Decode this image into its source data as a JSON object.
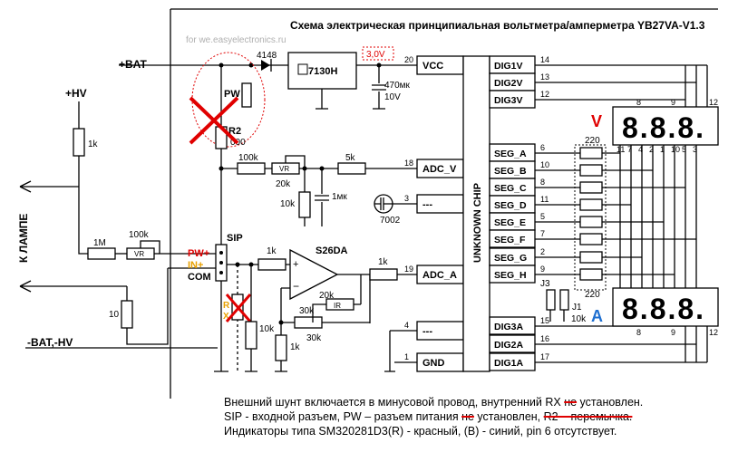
{
  "title": "Схема электрическая принципиальная вольтметра/амперметра YB27VA-V1.3",
  "watermark": "for we.easyelectronics.ru",
  "colors": {
    "red": "#e00000",
    "blue": "#1e6fd0",
    "orange": "#e8a000",
    "wire": "#000000"
  },
  "left": {
    "bat": "+BAT",
    "hv": "+HV",
    "lamp": "К ЛАМПЕ",
    "neg": "-BAT,-HV"
  },
  "connector": {
    "name": "SIP",
    "pw": "PW+",
    "in": "IN+",
    "com": "COM"
  },
  "pw_block": {
    "label": "PW",
    "r2": "R2",
    "r2_val": "000"
  },
  "diode": "4148",
  "regulator": "7130H",
  "voltage": "3,0V",
  "cap1": {
    "val": "470мк",
    "volt": "10V"
  },
  "resistors": {
    "r_hv": "1k",
    "r_1m": "1M",
    "r_100k_vr": "100k",
    "vr": "VR",
    "r_100k": "100k",
    "r_20k": "20k",
    "r_5k": "5k",
    "r_10k": "10k",
    "c_1mk": "1мк",
    "r_1k_in": "1k",
    "r_10k_shunt": "10",
    "r_10k_b": "10k",
    "r_1k_b": "1k",
    "r_30k_a": "30k",
    "r_30k_b": "30k",
    "r_20k_b": "20k",
    "ir": "IR",
    "r_1k_out": "1k",
    "r_220_top": "220",
    "r_220_bot": "220",
    "r_10k_j": "10k"
  },
  "transistor": "7002",
  "opamp": "S26DA",
  "rx": {
    "r": "R",
    "x": "X"
  },
  "chip": {
    "name": "UNKNOWN CHIP",
    "left_pins": [
      {
        "label": "VCC",
        "num": "20"
      },
      {
        "label": "ADC_V",
        "num": "18"
      },
      {
        "label": "---",
        "num": "3"
      },
      {
        "label": "ADC_A",
        "num": "19"
      },
      {
        "label": "---",
        "num": "4"
      },
      {
        "label": "GND",
        "num": "1"
      }
    ],
    "right_pins": [
      {
        "label": "DIG1V",
        "num": "14"
      },
      {
        "label": "DIG2V",
        "num": "13"
      },
      {
        "label": "DIG3V",
        "num": "12"
      },
      {
        "label": "SEG_A",
        "num": "6"
      },
      {
        "label": "SEG_B",
        "num": "10"
      },
      {
        "label": "SEG_C",
        "num": "8"
      },
      {
        "label": "SEG_D",
        "num": "11"
      },
      {
        "label": "SEG_E",
        "num": "5"
      },
      {
        "label": "SEG_F",
        "num": "7"
      },
      {
        "label": "SEG_G",
        "num": "2"
      },
      {
        "label": "SEG_H",
        "num": "9"
      },
      {
        "label": "DIG3A",
        "num": "15"
      },
      {
        "label": "DIG2A",
        "num": "16"
      },
      {
        "label": "DIG1A",
        "num": "17"
      }
    ]
  },
  "display_v": {
    "letter": "V",
    "digits": "8.8.8.",
    "pins_top": [
      "8",
      "9",
      "12"
    ],
    "pins_bot": [
      "11",
      "7",
      "4",
      "2",
      "1",
      "10",
      "5",
      "3"
    ]
  },
  "display_a": {
    "letter": "A",
    "digits": "8.8.8.",
    "pins": [
      "8",
      "9",
      "12"
    ]
  },
  "jumpers": {
    "j3": "J3",
    "j1": "J1"
  },
  "notes": {
    "line1_a": "Внешний шунт включается в минусовой провод, внутренний RX ",
    "line1_s": "не",
    "line1_b": " установлен.",
    "line2_a": "SIP - входной разъем, PW – разъем питания ",
    "line2_s": "не",
    "line2_b": " установлен, ",
    "line2_s2": "R2 – перемычка.",
    "line3": "Индикаторы типа SM320281D3(R) - красный, (B) - синий, pin 6 отсутствует."
  }
}
